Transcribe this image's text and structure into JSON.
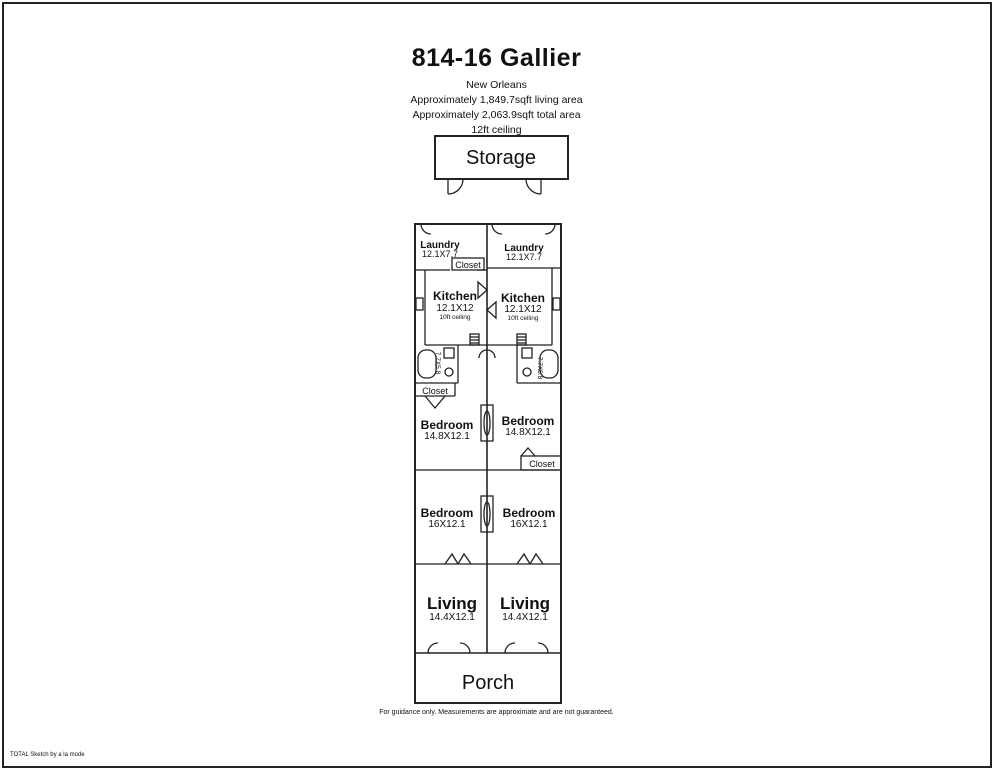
{
  "header": {
    "title": "814-16 Gallier",
    "city": "New Orleans",
    "living_area": "Approximately 1,849.7sqft living area",
    "total_area": "Approximately 2,063.9sqft total area",
    "ceiling": "12ft ceiling"
  },
  "plan": {
    "storage": "Storage",
    "porch": "Porch",
    "left_unit": {
      "laundry": {
        "name": "Laundry",
        "dims": "12.1X7.7"
      },
      "closet_top": "Closet",
      "kitchen": {
        "name": "Kitchen",
        "dims": "12.1X12",
        "note": "10ft ceiling"
      },
      "bath_dims": "7.7X5.8",
      "closet_mid": "Closet",
      "bedroom1": {
        "name": "Bedroom",
        "dims": "14.8X12.1"
      },
      "bedroom2": {
        "name": "Bedroom",
        "dims": "16X12.1"
      },
      "living": {
        "name": "Living",
        "dims": "14.4X12.1"
      }
    },
    "right_unit": {
      "laundry": {
        "name": "Laundry",
        "dims": "12.1X7.7"
      },
      "kitchen": {
        "name": "Kitchen",
        "dims": "12.1X12",
        "note": "10ft ceiling"
      },
      "bath_dims": "7.7X5.8",
      "closet": "Closet",
      "bedroom1": {
        "name": "Bedroom",
        "dims": "14.8X12.1"
      },
      "bedroom2": {
        "name": "Bedroom",
        "dims": "16X12.1"
      },
      "living": {
        "name": "Living",
        "dims": "14.4X12.1"
      }
    }
  },
  "footer": {
    "disclaimer": "For guidance only. Measurements are approximate and are not guaranteed.",
    "credit": "TOTAL Sketch by a la mode"
  }
}
